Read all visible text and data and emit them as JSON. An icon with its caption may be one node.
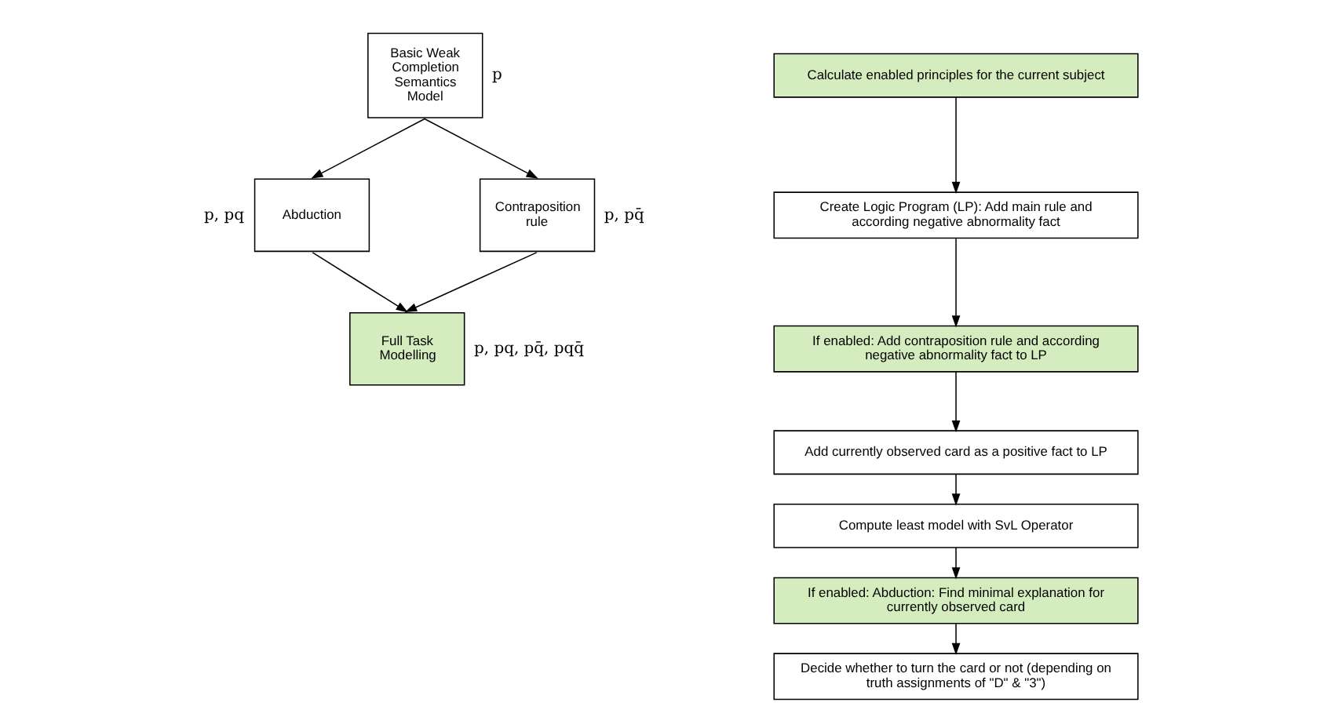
{
  "diagram": {
    "nodes": [
      {
        "text": [
          "Basic Weak Completion Semantics Model"
        ],
        "beside": [
          "p"
        ]
      },
      {
        "text": [
          "Abduction"
        ],
        "beside": [
          "p, pq"
        ]
      },
      {
        "text": [
          "Contraposition rule"
        ],
        "beside": [
          "p, pq̄"
        ]
      },
      {
        "text": [
          "Full Task Modelling"
        ],
        "beside": [
          "p, pq, pq̄, pqq̄"
        ]
      },
      {
        "text": [
          "Calculate enabled principles for the current subject"
        ]
      },
      {
        "text": [
          "Create Logic Program (LP): Add main rule and according negative abnormality fact"
        ]
      },
      {
        "text": [
          "If enabled: Add contraposition rule and according negative abnormality fact to LP"
        ]
      },
      {
        "text": [
          "Add currently observed card as a positive fact to LP"
        ]
      },
      {
        "text": [
          "Compute least model with SvL Operator"
        ]
      },
      {
        "text": [
          "If enabled: Abduction: Find minimal explanation for currently observed card"
        ]
      },
      {
        "text": [
          "Decide whether to turn the card or not (depending on truth assignments of \"D\" & \"3\")"
        ]
      }
    ],
    "edges": [
      {
        "from": 0,
        "to": 1,
        "arrow": "to"
      },
      {
        "from": 0,
        "to": 2,
        "arrow": "to"
      },
      {
        "from": 1,
        "to": 3,
        "arrow": "to"
      },
      {
        "from": 2,
        "to": 3,
        "arrow": "to"
      },
      {
        "from": 4,
        "to": 5,
        "arrow": "to"
      },
      {
        "from": 5,
        "to": 6,
        "arrow": "to"
      },
      {
        "from": 6,
        "to": 7,
        "arrow": "to"
      },
      {
        "from": 7,
        "to": 8,
        "arrow": "to"
      },
      {
        "from": 8,
        "to": 9,
        "arrow": "to"
      },
      {
        "from": 9,
        "to": 10,
        "arrow": "to"
      }
    ]
  }
}
